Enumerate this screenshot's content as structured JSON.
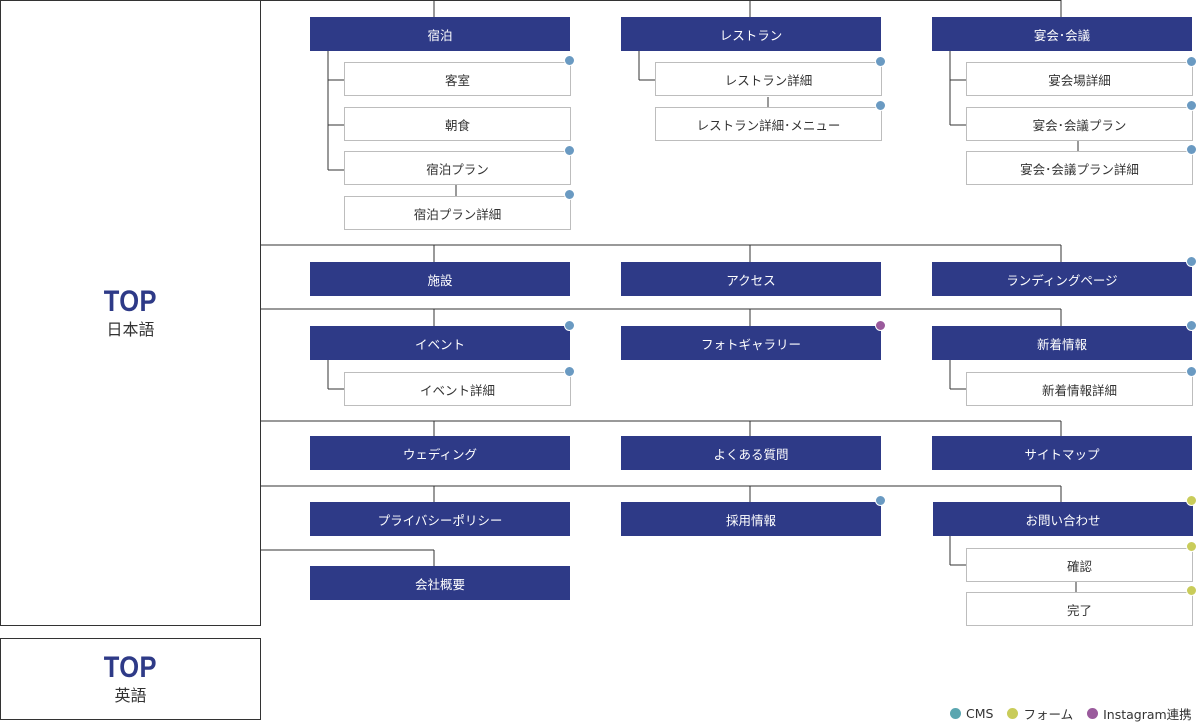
{
  "top_ja": {
    "title": "TOP",
    "subtitle": "日本語"
  },
  "top_en": {
    "title": "TOP",
    "subtitle": "英語"
  },
  "nodes": {
    "shukuhaku": "宿泊",
    "kyakushitsu": "客室",
    "choshoku": "朝食",
    "shukuhaku_plan": "宿泊プラン",
    "shukuhaku_plan_detail": "宿泊プラン詳細",
    "restaurant": "レストラン",
    "restaurant_detail": "レストラン詳細",
    "restaurant_menu": "レストラン詳細･メニュー",
    "enkai": "宴会･会議",
    "enkai_detail": "宴会場詳細",
    "enkai_plan": "宴会･会議プラン",
    "enkai_plan_detail": "宴会･会議プラン詳細",
    "shisetsu": "施設",
    "access": "アクセス",
    "landing": "ランディングページ",
    "event": "イベント",
    "event_detail": "イベント詳細",
    "photo": "フォトギャラリー",
    "news": "新着情報",
    "news_detail": "新着情報詳細",
    "wedding": "ウェディング",
    "faq": "よくある質問",
    "sitemap": "サイトマップ",
    "privacy": "プライバシーポリシー",
    "recruit": "採用情報",
    "contact": "お問い合わせ",
    "confirm": "確認",
    "complete": "完了",
    "company": "会社概要"
  },
  "legend": {
    "cms": "CMS",
    "form": "フォーム",
    "instagram": "Instagram連携"
  },
  "colors": {
    "primary": "#2e3a87",
    "cms": "#6a9ac2",
    "form": "#c9cc5a",
    "instagram": "#9a5a9c",
    "legend_cms": "#5aa6b0"
  }
}
